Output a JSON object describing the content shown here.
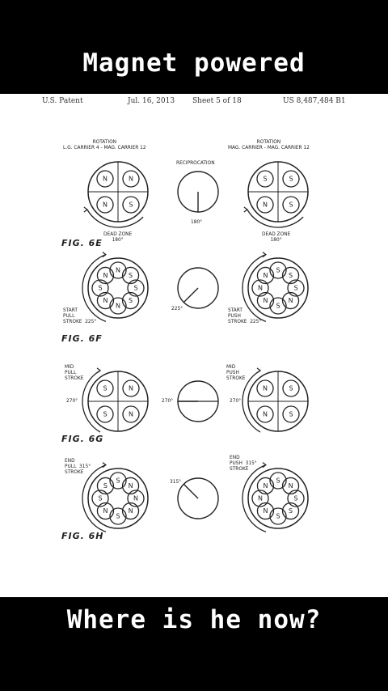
{
  "captions": {
    "top": "Magnet powered",
    "bottom": "Where is he now?"
  },
  "header": {
    "left": "U.S. Patent",
    "date": "Jul. 16, 2013",
    "sheet": "Sheet 5 of 18",
    "number": "US 8,487,484 B1"
  },
  "column_headers": {
    "left": "ROTATION\nL.G. CARRIER 4 - MAG. CARRIER 12",
    "middle": "RECIPROCATION",
    "right": "ROTATION\nMAG. CARRIER - MAG. CARRIER 12"
  },
  "figures": [
    {
      "label": "FIG. 6E",
      "left_label": "DEAD ZONE\n180°",
      "middle_label": "180°",
      "right_label": "DEAD ZONE\n180°",
      "left_side_label": "",
      "right_side_label": ""
    },
    {
      "label": "FIG. 6F",
      "left_side_label": "START\nPULL\nSTROKE  225°",
      "middle_label": "225°",
      "right_side_label": "START\nPUSH\nSTROKE  225°"
    },
    {
      "label": "FIG. 6G",
      "left_side_label": "MID\nPULL\nSTROKE",
      "left_angle": "270°",
      "middle_label": "270°",
      "right_side_label": "MID\nPUSH\nSTROKE",
      "right_angle": "270°"
    },
    {
      "label": "FIG. 6H",
      "left_side_label": "END\nPULL  315°\nSTROKE",
      "middle_label": "315°",
      "right_side_label": "END\nPUSH  315°\nSTROKE"
    }
  ],
  "magnet_labels": {
    "north": "N",
    "south": "S"
  }
}
